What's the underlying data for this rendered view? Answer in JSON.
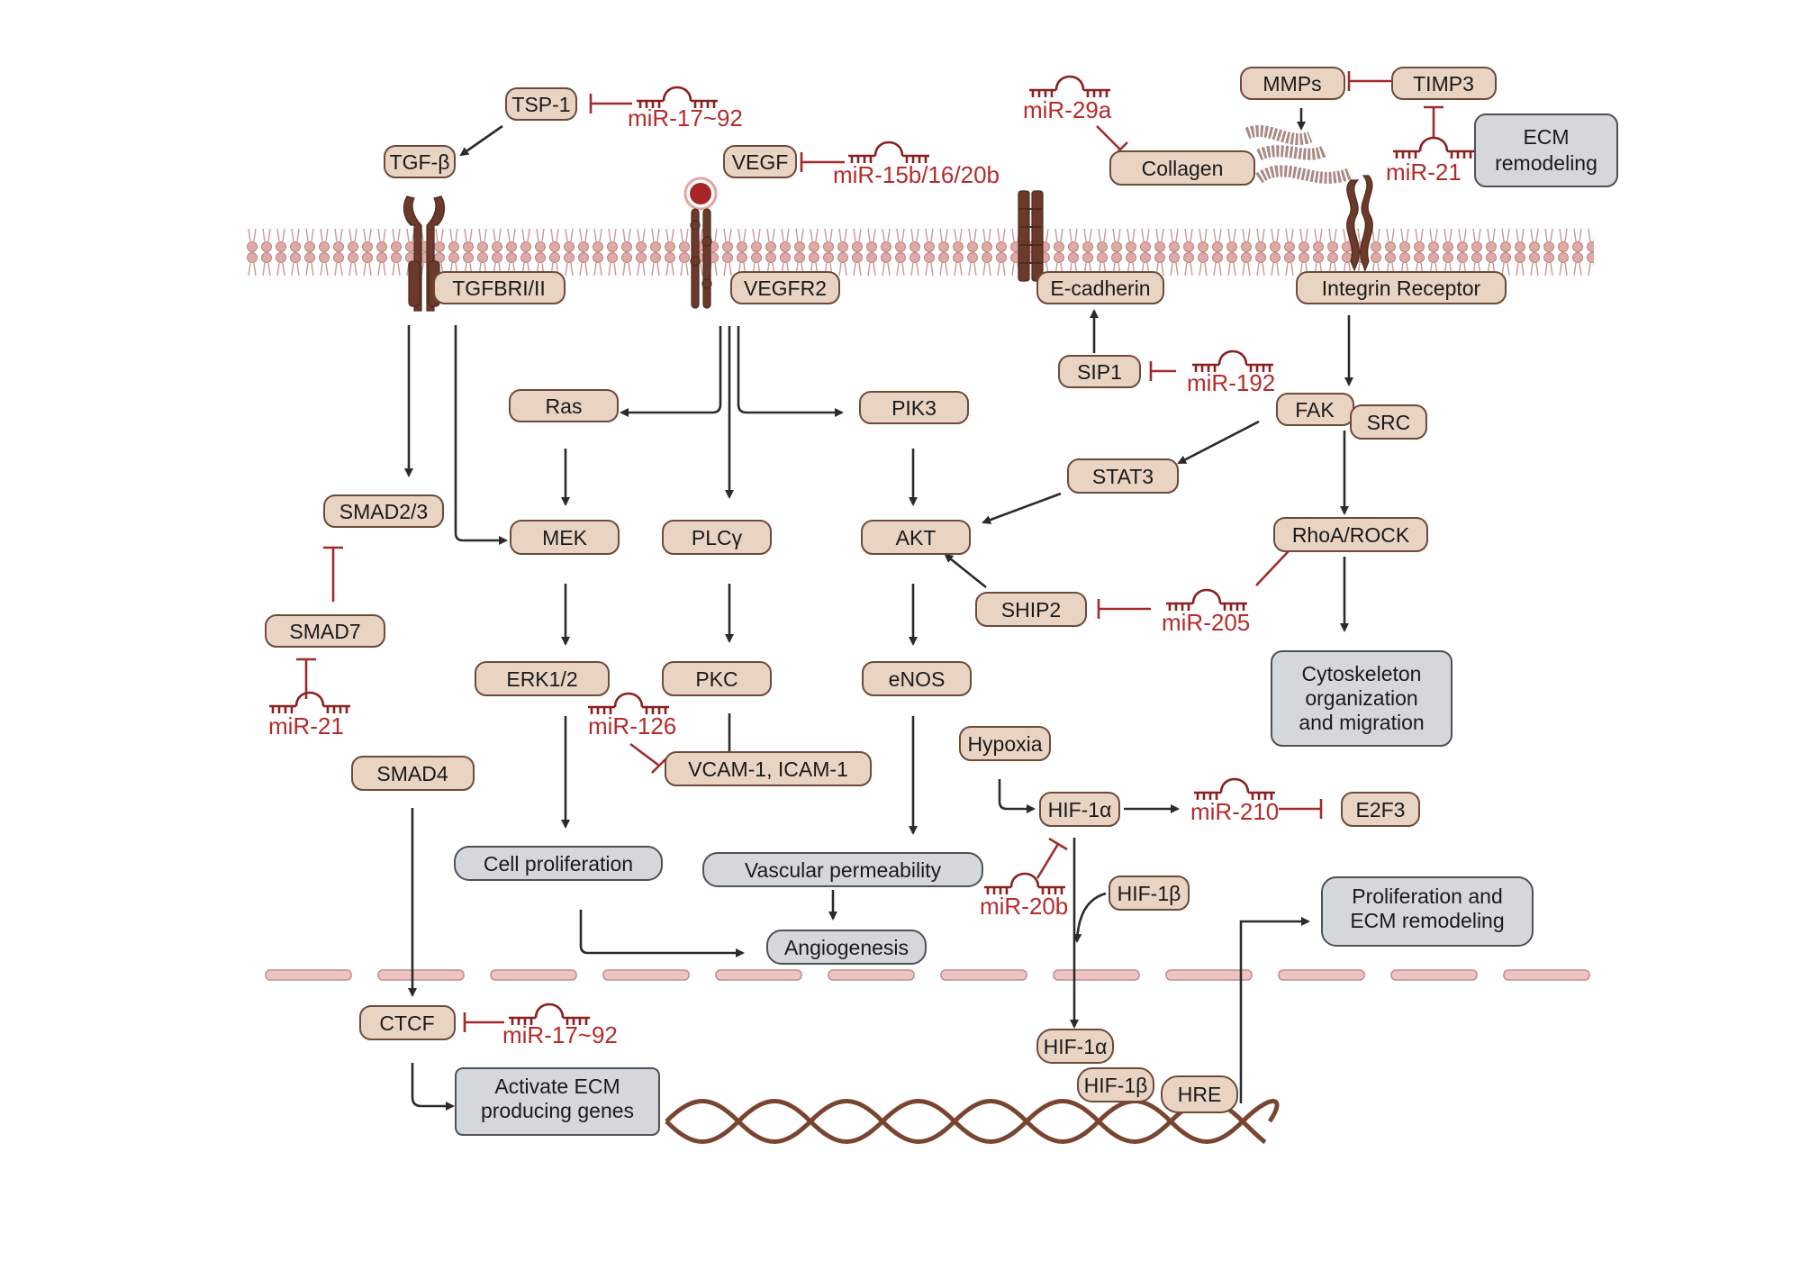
{
  "nodes": {
    "tsp1": "TSP-1",
    "tgfb": "TGF-β",
    "tgfbr": "TGFBRI/II",
    "vegf": "VEGF",
    "vegfr2": "VEGFR2",
    "mmps": "MMPs",
    "timp3": "TIMP3",
    "collagen": "Collagen",
    "ecad": "E-cadherin",
    "integrin": "Integrin Receptor",
    "sip1": "SIP1",
    "ras": "Ras",
    "pik3": "PIK3",
    "fak": "FAK",
    "src": "SRC",
    "smad23": "SMAD2/3",
    "mek": "MEK",
    "plcg": "PLCγ",
    "akt": "AKT",
    "stat3": "STAT3",
    "rhoa": "RhoA/ROCK",
    "ship2": "SHIP2",
    "smad7": "SMAD7",
    "erk": "ERK1/2",
    "pkc": "PKC",
    "enos": "eNOS",
    "vcam": "VCAM-1, ICAM-1",
    "smad4": "SMAD4",
    "hypoxia": "Hypoxia",
    "hif1a": "HIF-1α",
    "e2f3": "E2F3",
    "hif1b": "HIF-1β",
    "hif1a_n": "HIF-1α",
    "hif1b_n": "HIF-1β",
    "hre": "HRE",
    "ctcf": "CTCF"
  },
  "outcomes": {
    "ecm_remodeling": [
      "ECM",
      "remodeling"
    ],
    "cytoskeleton": [
      "Cytoskeleton",
      "organization",
      "and migration"
    ],
    "cell_prolif": "Cell proliferation",
    "vasc_perm": "Vascular permeability",
    "angiogenesis": "Angiogenesis",
    "prolif_ecm": [
      "Proliferation and",
      "ECM remodeling"
    ],
    "activate_ecm": [
      "Activate ECM",
      "producing genes"
    ]
  },
  "mirnas": {
    "mir17_top": "miR-17~92",
    "mir15b": "miR-15b/16/20b",
    "mir29a": "miR-29a",
    "mir21_top": "miR-21",
    "mir192": "miR-192",
    "mir205": "miR-205",
    "mir21_left": "miR-21",
    "mir126": "miR-126",
    "mir210": "miR-210",
    "mir20b": "miR-20b",
    "mir17_bottom": "miR-17~92"
  },
  "colors": {
    "node_fill": "#e9d4c4",
    "outcome_fill": "#d5d8db",
    "mirna_red": "#b52b2b",
    "membrane": "#dfa9a6",
    "receptor_brown": "#6b3a2a"
  }
}
